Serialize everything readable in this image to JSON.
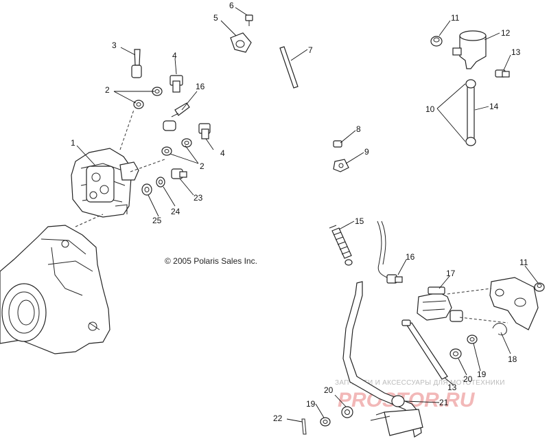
{
  "copyright": "© 2005 Polaris Sales Inc.",
  "watermark": {
    "line1": "ЗАПЧАСТИ И АКСЕССУАРЫ ДЛЯ МОТОТЕХНИКИ",
    "line2": "PROSTOR.RU"
  },
  "callouts": [
    {
      "id": "c1",
      "text": "1"
    },
    {
      "id": "c2a",
      "text": "2"
    },
    {
      "id": "c2b",
      "text": "2"
    },
    {
      "id": "c3",
      "text": "3"
    },
    {
      "id": "c4a",
      "text": "4"
    },
    {
      "id": "c4b",
      "text": "4"
    },
    {
      "id": "c5",
      "text": "5"
    },
    {
      "id": "c6",
      "text": "6"
    },
    {
      "id": "c7",
      "text": "7"
    },
    {
      "id": "c8",
      "text": "8"
    },
    {
      "id": "c9",
      "text": "9"
    },
    {
      "id": "c10",
      "text": "10"
    },
    {
      "id": "c11a",
      "text": "11"
    },
    {
      "id": "c11b",
      "text": "11"
    },
    {
      "id": "c12",
      "text": "12"
    },
    {
      "id": "c13a",
      "text": "13"
    },
    {
      "id": "c13b",
      "text": "13"
    },
    {
      "id": "c14",
      "text": "14"
    },
    {
      "id": "c15",
      "text": "15"
    },
    {
      "id": "c16a",
      "text": "16"
    },
    {
      "id": "c16b",
      "text": "16"
    },
    {
      "id": "c17",
      "text": "17"
    },
    {
      "id": "c18",
      "text": "18"
    },
    {
      "id": "c19a",
      "text": "19"
    },
    {
      "id": "c19b",
      "text": "19"
    },
    {
      "id": "c20a",
      "text": "20"
    },
    {
      "id": "c20b",
      "text": "20"
    },
    {
      "id": "c21",
      "text": "21"
    },
    {
      "id": "c22",
      "text": "22"
    },
    {
      "id": "c23",
      "text": "23"
    },
    {
      "id": "c24",
      "text": "24"
    },
    {
      "id": "c25",
      "text": "25"
    }
  ]
}
